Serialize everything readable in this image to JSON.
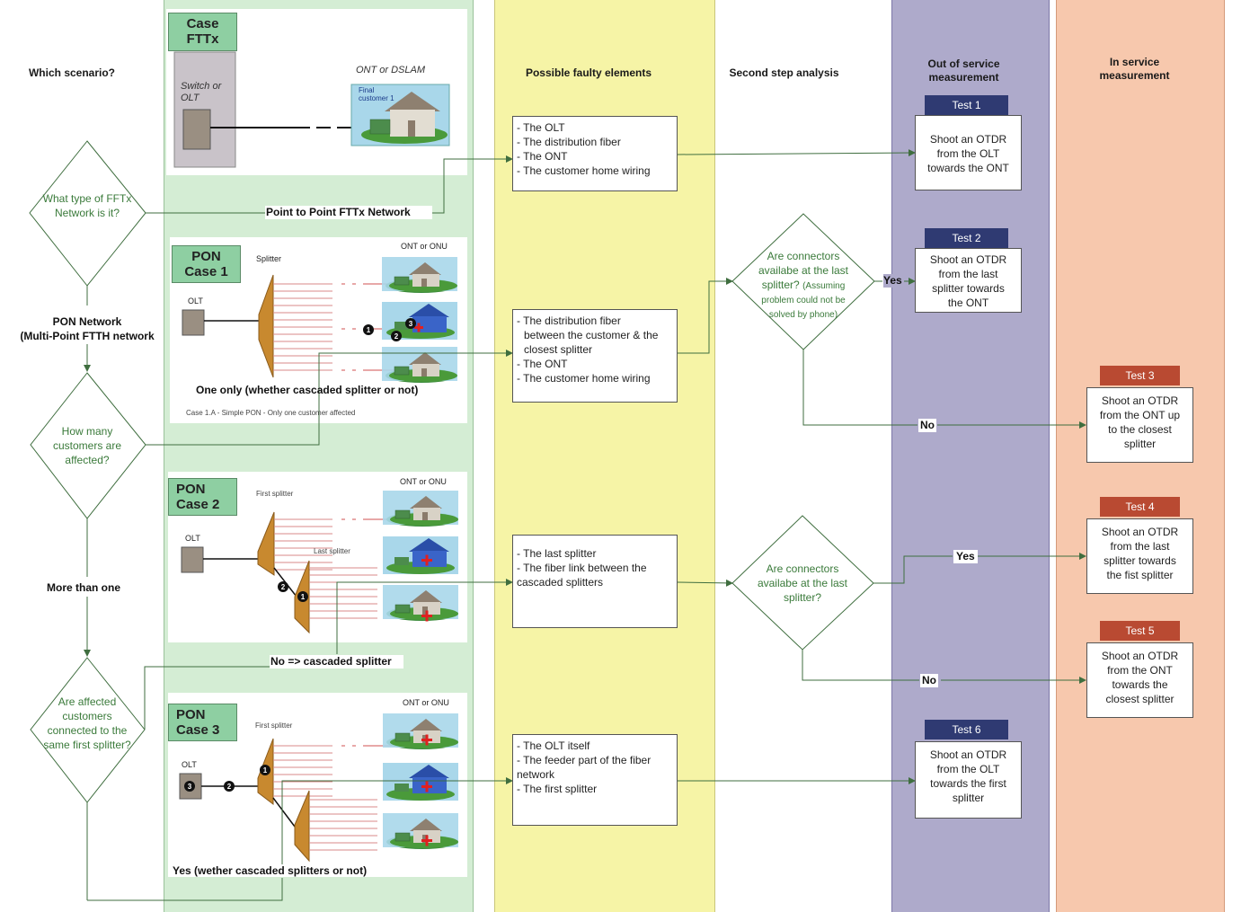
{
  "headers": {
    "scenario": "Which scenario?",
    "faulty": "Possible faulty elements",
    "second": "Second step analysis",
    "out_of_service": "Out of service measurement",
    "in_service": "In service measurement"
  },
  "questions": {
    "network_type": "What type of FFTx Network is it?",
    "how_many": "How many customers are affected?",
    "same_splitter": "Are affected customers connected to the same first splitter?",
    "connectors_1": "Are connectors availabe at the last splitter?",
    "connectors_1_note": "(Assuming problem could not be solved by phone)",
    "connectors_2": "Are connectors availabe at the last splitter?"
  },
  "labels": {
    "p2p": "Point to Point FTTx Network",
    "pon_network": "PON Network",
    "pon_network_sub": "(Multi-Point FTTH network",
    "one_only": "One only (whether cascaded splitter or not)",
    "more_than_one": "More than one",
    "no_cascaded": "No => cascaded splitter",
    "yes_cascaded": "Yes (wether cascaded splitters or not)",
    "yes": "Yes",
    "no": "No"
  },
  "cases": {
    "fttx": {
      "tag_line1": "Case",
      "tag_line2": "FTTx",
      "device": "Switch or OLT",
      "ont": "ONT or DSLAM",
      "customer": "Final customer 1"
    },
    "pon1": {
      "tag_line1": "PON",
      "tag_line2": "Case 1",
      "splitter": "Splitter",
      "ont": "ONT or ONU",
      "olt": "OLT",
      "caption": "Case 1.A - Simple PON - Only one customer affected"
    },
    "pon2": {
      "tag_line1": "PON",
      "tag_line2": "Case 2",
      "first_splitter": "First splitter",
      "last_splitter": "Last splitter",
      "ont": "ONT or ONU",
      "olt": "OLT"
    },
    "pon3": {
      "tag_line1": "PON",
      "tag_line2": "Case 3",
      "first_splitter": "First splitter",
      "ont": "ONT or ONU",
      "olt": "OLT"
    }
  },
  "faulty": [
    {
      "items": [
        "- The OLT",
        "- The distribution fiber",
        "- The ONT",
        "- The customer home wiring"
      ]
    },
    {
      "items": [
        "- The distribution fiber",
        "  between the customer & the",
        "  closest splitter",
        "- The ONT",
        "- The customer home wiring"
      ]
    },
    {
      "items": [
        "- The last splitter",
        "- The fiber link between the",
        "cascaded splitters"
      ]
    },
    {
      "items": [
        "- The OLT itself",
        "- The feeder part of the fiber",
        "network",
        "- The first splitter"
      ]
    }
  ],
  "tests": [
    {
      "label": "Test 1",
      "lines": [
        "Shoot  an OTDR",
        "from the OLT",
        "towards the ONT"
      ]
    },
    {
      "label": "Test  2",
      "lines": [
        "Shoot  an OTDR",
        "from the last",
        "splitter towards",
        "the ONT"
      ]
    },
    {
      "label": "Test  3",
      "lines": [
        "Shoot  an OTDR",
        "from the ONT up",
        "to the closest",
        "splitter"
      ]
    },
    {
      "label": "Test  4",
      "lines": [
        "Shoot  an OTDR",
        "from the last",
        "splitter towards",
        "the fist splitter"
      ]
    },
    {
      "label": "Test  5",
      "lines": [
        "Shoot  an OTDR",
        "from the ONT",
        "towards the",
        "closest splitter"
      ]
    },
    {
      "label": "Test  6",
      "lines": [
        "Shoot  an OTDR",
        "from the OLT",
        "towards the first",
        "splitter"
      ]
    }
  ],
  "colors": {
    "green_band": "#d4edd4",
    "yellow_band": "#f6f4a6",
    "purple_band": "#aeaacb",
    "salmon_band": "#f7c8ad",
    "flow_line": "#3f6e3f",
    "question_text": "#3a7a3a",
    "test_tab_blue": "#2f3a72",
    "test_tab_red": "#b94a32",
    "splitter": "#c8892f"
  }
}
